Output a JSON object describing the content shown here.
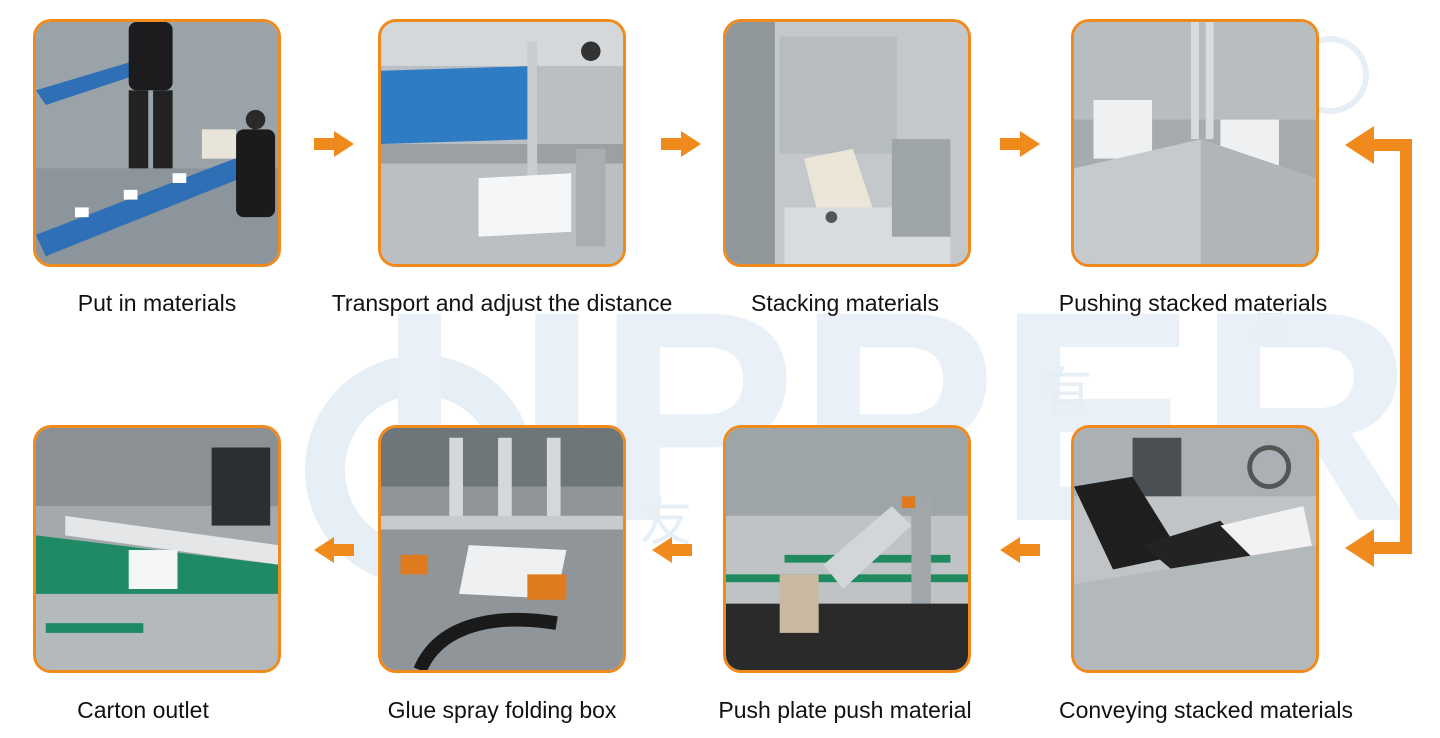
{
  "colors": {
    "accent": "#f08a1c",
    "watermark": "#e6eef6"
  },
  "watermark": {
    "text": "UPPER",
    "cjk": [
      "友",
      "有",
      "恳"
    ]
  },
  "steps": [
    {
      "caption": "Put in materials"
    },
    {
      "caption": "Transport and adjust the distance"
    },
    {
      "caption": "Stacking materials"
    },
    {
      "caption": "Pushing stacked materials"
    },
    {
      "caption": "Conveying stacked materials"
    },
    {
      "caption": "Push plate push material"
    },
    {
      "caption": "Glue spray folding box"
    },
    {
      "caption": "Carton outlet"
    }
  ]
}
